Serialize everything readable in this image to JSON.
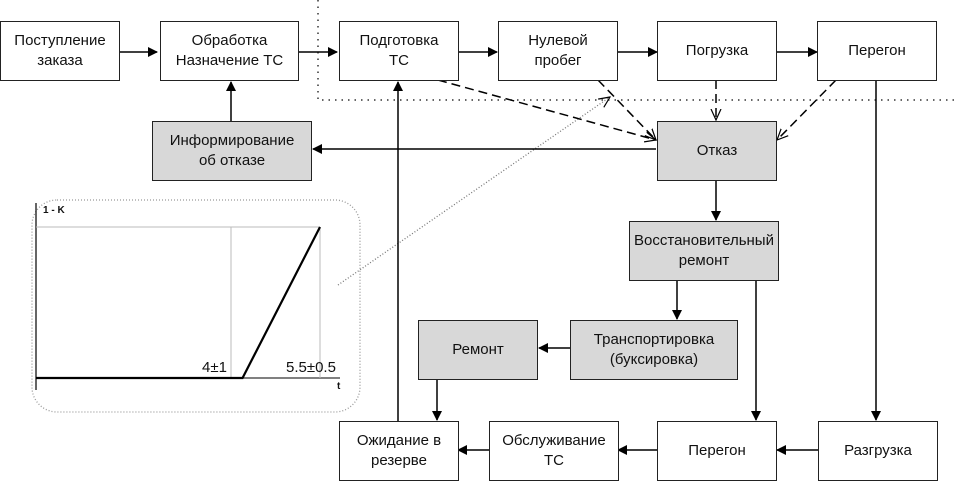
{
  "boxes": {
    "order": "Поступление\nзаказа",
    "processing": "Обработка\nНазначение ТС",
    "prep": "Подготовка\nТС",
    "zero_run": "Нулевой\nпробег",
    "loading": "Погрузка",
    "run_top": "Перегон",
    "inform": "Информирование\nоб отказе",
    "failure": "Отказ",
    "restore": "Восстановительный\nремонт",
    "transport": "Транспортировка\n(буксировка)",
    "repair": "Ремонт",
    "reserve": "Ожидание в\nрезерве",
    "service": "Обслуживание\nТС",
    "run_bottom": "Перегон",
    "unloading": "Разгрузка"
  },
  "chart_data": {
    "type": "line",
    "ylabel": "1 - K",
    "xlabel": "t",
    "annotations": [
      "4±1",
      "5.5±0.5"
    ],
    "x": [
      0,
      4,
      5.5
    ],
    "y": [
      0,
      0,
      1
    ]
  },
  "colors": {
    "gray_box": "#d8d8d8",
    "line": "#000000"
  }
}
